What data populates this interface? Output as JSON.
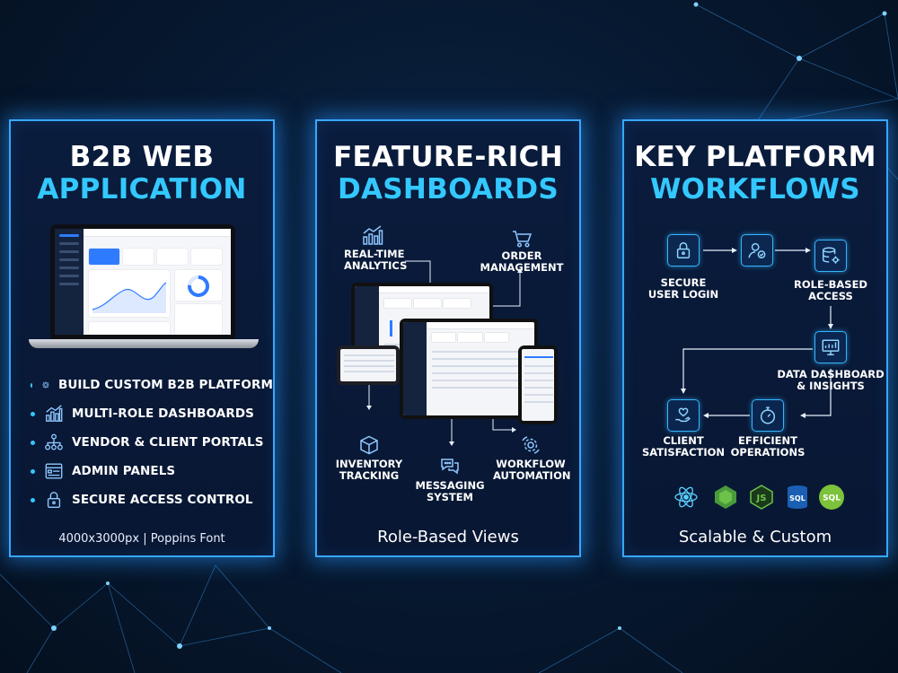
{
  "panels": {
    "left": {
      "title_line1": "B2B WEB",
      "title_line2": "APPLICATION",
      "features": [
        {
          "label": "BUILD CUSTOM B2B PLATFORM",
          "icon": "gear-icon"
        },
        {
          "label": "MULTI-ROLE DASHBOARDS",
          "icon": "bar-chart-icon"
        },
        {
          "label": "VENDOR & CLIENT PORTALS",
          "icon": "org-chart-icon"
        },
        {
          "label": "ADMIN PANELS",
          "icon": "admin-panel-icon"
        },
        {
          "label": "SECURE ACCESS CONTROL",
          "icon": "lock-icon"
        }
      ],
      "footer": "4000x3000px | Poppins Font"
    },
    "middle": {
      "title_line1": "FEATURE-RICH",
      "title_line2": "DASHBOARDS",
      "labels": {
        "analytics": [
          "REAL-TIME",
          "ANALYTICS"
        ],
        "order": [
          "ORDER",
          "MANAGEMENT"
        ],
        "inventory": [
          "INVENTORY",
          "TRACKING"
        ],
        "messaging": [
          "MESSAGING",
          "SYSTEM"
        ],
        "workflow": [
          "WORKFLOW",
          "AUTOMATION"
        ]
      },
      "footer": "Role-Based Views"
    },
    "right": {
      "title_line1": "KEY PLATFORM",
      "title_line2": "WORKFLOWS",
      "steps": {
        "login": [
          "SECURE",
          "USER LOGIN"
        ],
        "rbac": [
          "ROLE-BASED",
          "ACCESS"
        ],
        "dashboard": [
          "DATA DASHBOARD",
          "& INSIGHTS"
        ],
        "operations": [
          "EFFICIENT",
          "OPERATIONS"
        ],
        "satisfaction": [
          "CLIENT",
          "SATISFACTION"
        ]
      },
      "tech_icons": [
        "react-icon",
        "nodejs-icon",
        "javascript-icon",
        "sql-database-icon",
        "sql-icon"
      ],
      "tech_labels": {
        "db": "SQL",
        "sql": "SQL"
      },
      "footer": "Scalable & Custom"
    }
  },
  "colors": {
    "accent": "#33c8ff",
    "border": "#37a7ff",
    "background": "#071a33"
  }
}
